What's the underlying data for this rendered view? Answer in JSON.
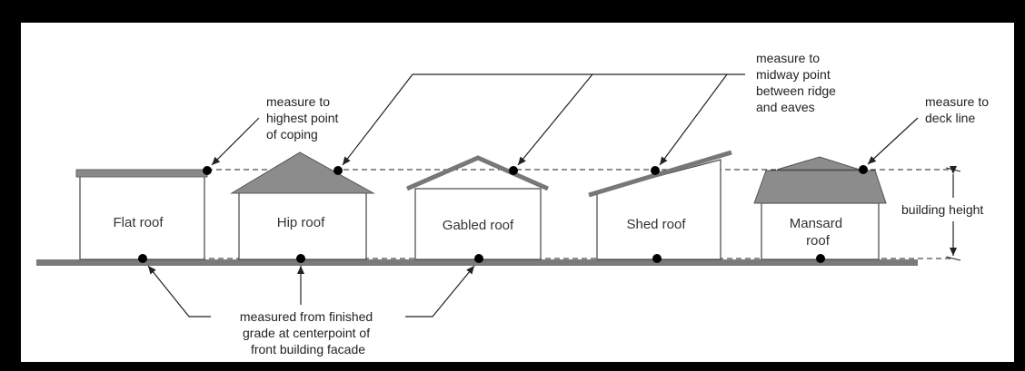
{
  "houses": [
    {
      "label_lines": [
        "Flat roof"
      ]
    },
    {
      "label_lines": [
        "Hip roof"
      ]
    },
    {
      "label_lines": [
        "Gabled roof"
      ]
    },
    {
      "label_lines": [
        "Shed roof"
      ]
    },
    {
      "label_lines": [
        "Mansard",
        "roof"
      ]
    }
  ],
  "annotations": {
    "coping": [
      "measure to",
      "highest point",
      "of coping"
    ],
    "midway": [
      "measure to",
      "midway point",
      "between ridge",
      "and eaves"
    ],
    "deck": [
      "measure to",
      "deck line"
    ],
    "grade": [
      "measured from finished",
      "grade at centerpoint of",
      "front building facade"
    ],
    "height": "building height"
  }
}
